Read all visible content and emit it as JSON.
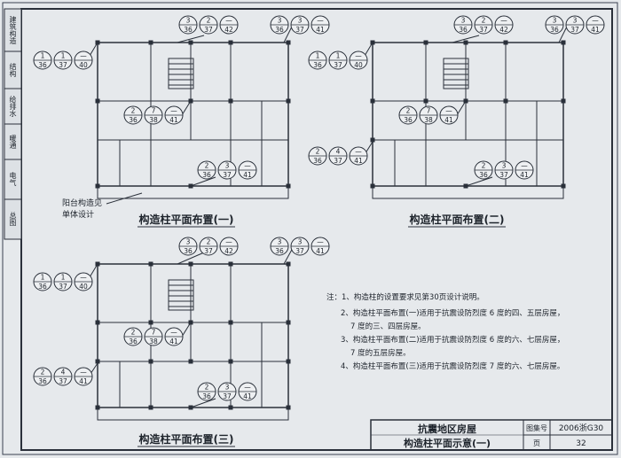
{
  "side_tab": {
    "items": [
      "建筑构造",
      "结构",
      "给排水",
      "暖通",
      "电气",
      "总图"
    ]
  },
  "callout_groups": [
    {
      "id": "g1-top",
      "callouts": [
        [
          "3",
          "36"
        ],
        [
          "2",
          "37"
        ],
        [
          "—",
          "42"
        ]
      ]
    },
    {
      "id": "g1-topright",
      "callouts": [
        [
          "3",
          "36"
        ],
        [
          "3",
          "37"
        ],
        [
          "—",
          "41"
        ]
      ]
    },
    {
      "id": "g1-left",
      "callouts": [
        [
          "1",
          "36"
        ],
        [
          "1",
          "37"
        ],
        [
          "—",
          "40"
        ]
      ]
    },
    {
      "id": "g1-mid",
      "callouts": [
        [
          "2",
          "36"
        ],
        [
          "7",
          "38"
        ],
        [
          "—",
          "41"
        ]
      ]
    },
    {
      "id": "g1-bot",
      "callouts": [
        [
          "2",
          "36"
        ],
        [
          "3",
          "37"
        ],
        [
          "—",
          "41"
        ]
      ]
    },
    {
      "id": "g2-top",
      "callouts": [
        [
          "3",
          "36"
        ],
        [
          "2",
          "37"
        ],
        [
          "—",
          "42"
        ]
      ]
    },
    {
      "id": "g2-topright",
      "callouts": [
        [
          "3",
          "36"
        ],
        [
          "3",
          "37"
        ],
        [
          "—",
          "41"
        ]
      ]
    },
    {
      "id": "g2-left",
      "callouts": [
        [
          "1",
          "36"
        ],
        [
          "1",
          "37"
        ],
        [
          "—",
          "40"
        ]
      ]
    },
    {
      "id": "g2-mid",
      "callouts": [
        [
          "2",
          "36"
        ],
        [
          "7",
          "38"
        ],
        [
          "—",
          "41"
        ]
      ]
    },
    {
      "id": "g2-leftbot",
      "callouts": [
        [
          "2",
          "36"
        ],
        [
          "4",
          "37"
        ],
        [
          "—",
          "41"
        ]
      ]
    },
    {
      "id": "g2-bot",
      "callouts": [
        [
          "2",
          "36"
        ],
        [
          "3",
          "37"
        ],
        [
          "—",
          "41"
        ]
      ]
    },
    {
      "id": "g3-top",
      "callouts": [
        [
          "3",
          "36"
        ],
        [
          "2",
          "37"
        ],
        [
          "—",
          "42"
        ]
      ]
    },
    {
      "id": "g3-topright",
      "callouts": [
        [
          "3",
          "36"
        ],
        [
          "3",
          "37"
        ],
        [
          "—",
          "41"
        ]
      ]
    },
    {
      "id": "g3-left",
      "callouts": [
        [
          "1",
          "36"
        ],
        [
          "1",
          "37"
        ],
        [
          "—",
          "40"
        ]
      ]
    },
    {
      "id": "g3-mid",
      "callouts": [
        [
          "2",
          "36"
        ],
        [
          "7",
          "38"
        ],
        [
          "—",
          "41"
        ]
      ]
    },
    {
      "id": "g3-leftbot",
      "callouts": [
        [
          "2",
          "36"
        ],
        [
          "4",
          "37"
        ],
        [
          "—",
          "41"
        ]
      ]
    },
    {
      "id": "g3-bot",
      "callouts": [
        [
          "2",
          "36"
        ],
        [
          "3",
          "37"
        ],
        [
          "—",
          "41"
        ]
      ]
    }
  ],
  "plan_titles": [
    "构造柱平面布置(一)",
    "构造柱平面布置(二)",
    "构造柱平面布置(三)"
  ],
  "balcony_note": [
    "阳台构造见",
    "单体设计"
  ],
  "notes": {
    "lines": [
      "注：1、构造柱的设置要求见第30页设计说明。",
      "2、构造柱平面布置(一)适用于抗震设防烈度 6 度的四、五层房屋，",
      "7 度的三、四层房屋。",
      "3、构造柱平面布置(二)适用于抗震设防烈度 6 度的六、七层房屋，",
      "7 度的五层房屋。",
      "4、构造柱平面布置(三)适用于抗震设防烈度 7 度的六、七层房屋。"
    ]
  },
  "title_block": {
    "title_1": "抗震地区房屋",
    "title_2": "构造柱平面示意(一)",
    "atlas_label": "图集号",
    "atlas_no": "2006浙G30",
    "page_label": "页",
    "page_no": "32"
  }
}
